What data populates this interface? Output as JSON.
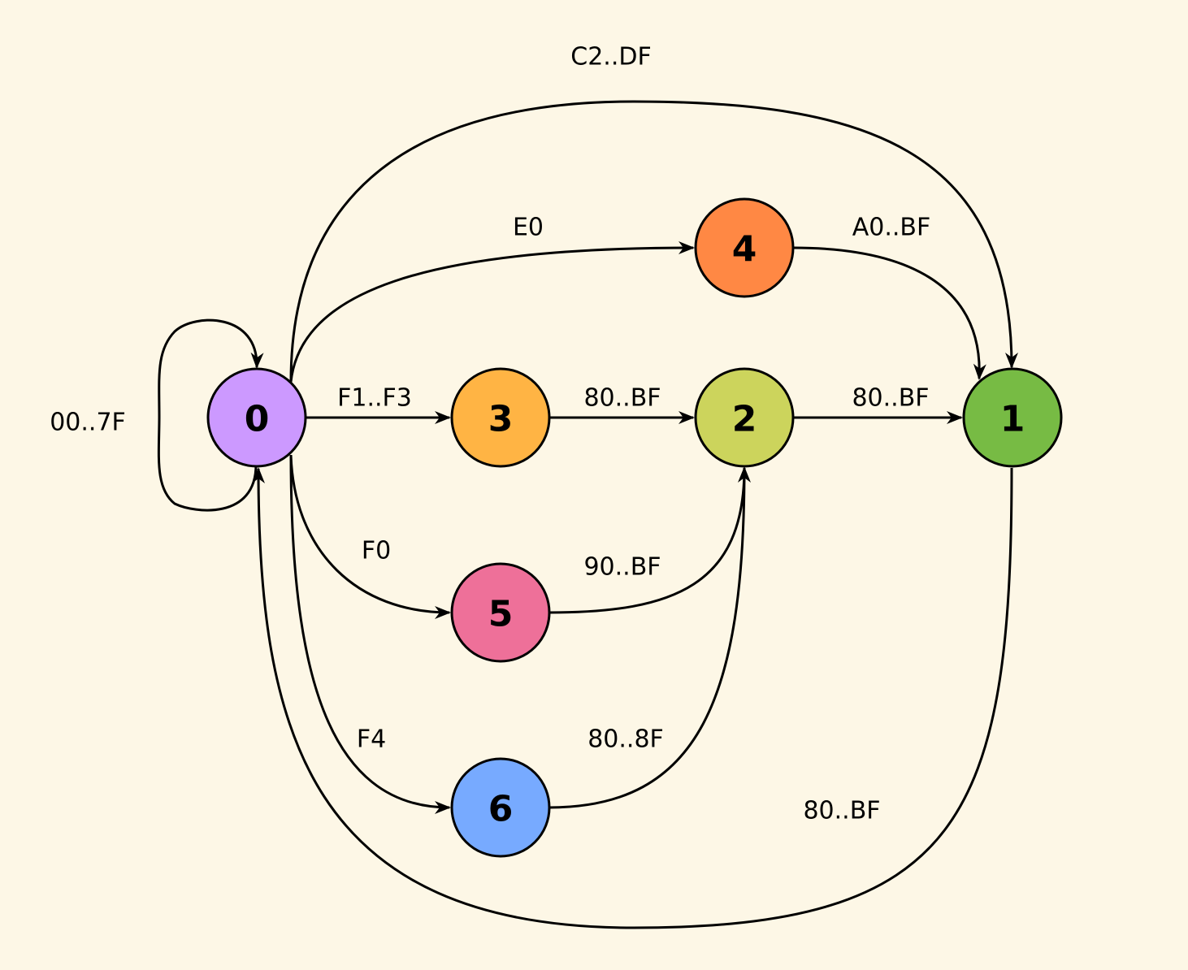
{
  "diagram": {
    "type": "state-machine",
    "background": "#fdf7e6",
    "nodes": [
      {
        "id": "0",
        "label": "0",
        "color": "#cc99ff"
      },
      {
        "id": "1",
        "label": "1",
        "color": "#77bb44"
      },
      {
        "id": "2",
        "label": "2",
        "color": "#ccd45c"
      },
      {
        "id": "3",
        "label": "3",
        "color": "#ffb444"
      },
      {
        "id": "4",
        "label": "4",
        "color": "#ff8844"
      },
      {
        "id": "5",
        "label": "5",
        "color": "#ee7099"
      },
      {
        "id": "6",
        "label": "6",
        "color": "#77aaff"
      }
    ],
    "edges": [
      {
        "from": "0",
        "to": "0",
        "label": "00..7F"
      },
      {
        "from": "0",
        "to": "1",
        "label": "C2..DF"
      },
      {
        "from": "0",
        "to": "4",
        "label": "E0"
      },
      {
        "from": "0",
        "to": "3",
        "label": "F1..F3"
      },
      {
        "from": "0",
        "to": "5",
        "label": "F0"
      },
      {
        "from": "0",
        "to": "6",
        "label": "F4"
      },
      {
        "from": "4",
        "to": "1",
        "label": "A0..BF"
      },
      {
        "from": "3",
        "to": "2",
        "label": "80..BF"
      },
      {
        "from": "2",
        "to": "1",
        "label": "80..BF"
      },
      {
        "from": "5",
        "to": "2",
        "label": "90..BF"
      },
      {
        "from": "6",
        "to": "2",
        "label": "80..8F"
      },
      {
        "from": "1",
        "to": "0",
        "label": "80..BF"
      }
    ]
  }
}
